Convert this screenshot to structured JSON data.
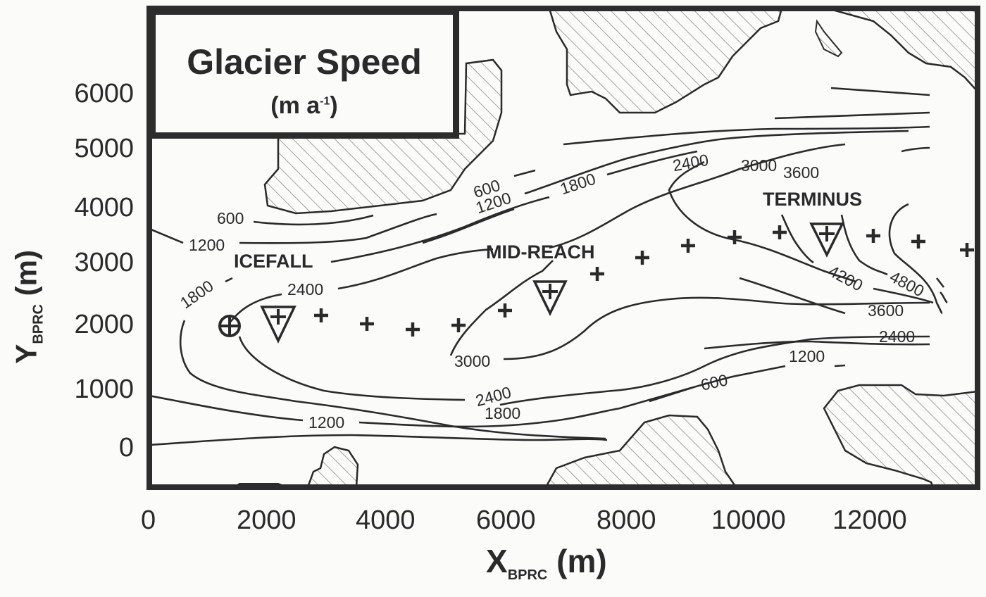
{
  "title": {
    "main": "Glacier Speed",
    "units": "(m a",
    "units_sup": "-1",
    "units_close": ")"
  },
  "axes": {
    "y_label": "Y",
    "y_label_sub": "BPRC",
    "y_label_unit": " (m)",
    "x_label": "X",
    "x_label_sub": "BPRC",
    "x_label_unit": " (m)",
    "y_ticks": [
      "6000",
      "5000",
      "4000",
      "3000",
      "2000",
      "1000",
      "0"
    ],
    "x_ticks": [
      "0",
      "2000",
      "4000",
      "6000",
      "8000",
      "10000",
      "12000"
    ]
  },
  "sites": {
    "icefall": "ICEFALL",
    "mid_reach": "MID-REACH",
    "terminus": "TERMINUS"
  },
  "contour_labels": {
    "l600_nw": "600",
    "l1200_w": "1200",
    "l1800_w": "1800",
    "l2400_w": "2400",
    "l600_n": "600",
    "l1200_n": "1200",
    "l1800_n": "1800",
    "l2400_n": "2400",
    "l3000_n": "3000",
    "l3600_n": "3600",
    "l3000_mid": "3000",
    "l4200": "4200",
    "l4800": "4800",
    "l3600_s": "3600",
    "l2400_se": "2400",
    "l1200_se": "1200",
    "l600_s": "600",
    "l2400_s": "2400",
    "l1800_s": "1800",
    "l1200_s": "1200"
  },
  "chart_data": {
    "type": "contour",
    "title": "Glacier Speed (m a^-1)",
    "xlabel": "X_BPRC (m)",
    "ylabel": "Y_BPRC (m)",
    "xlim": [
      0,
      13500
    ],
    "ylim": [
      -700,
      7000
    ],
    "x_ticks": [
      0,
      2000,
      4000,
      6000,
      8000,
      10000,
      12000
    ],
    "y_ticks": [
      0,
      1000,
      2000,
      3000,
      4000,
      5000,
      6000
    ],
    "contour_levels": [
      600,
      1200,
      1800,
      2400,
      3000,
      3600,
      4200,
      4800
    ],
    "annotations": [
      {
        "text": "ICEFALL",
        "x": 2100,
        "y": 3050
      },
      {
        "text": "MID-REACH",
        "x": 6500,
        "y": 3200
      },
      {
        "text": "TERMINUS",
        "x": 11000,
        "y": 4000
      }
    ],
    "stations": {
      "circle_plus": [
        {
          "x": 1300,
          "y": 2000
        }
      ],
      "triangle_plus": [
        {
          "x": 2100,
          "y": 2100
        },
        {
          "x": 6700,
          "y": 2600
        },
        {
          "x": 11200,
          "y": 3500
        }
      ],
      "plus": [
        {
          "x": 2800,
          "y": 2200
        },
        {
          "x": 3600,
          "y": 2050
        },
        {
          "x": 4400,
          "y": 1950
        },
        {
          "x": 5100,
          "y": 2000
        },
        {
          "x": 5900,
          "y": 2250
        },
        {
          "x": 7400,
          "y": 2850
        },
        {
          "x": 8200,
          "y": 3100
        },
        {
          "x": 8900,
          "y": 3300
        },
        {
          "x": 9700,
          "y": 3450
        },
        {
          "x": 10400,
          "y": 3500
        },
        {
          "x": 12000,
          "y": 3450
        },
        {
          "x": 12700,
          "y": 3350
        },
        {
          "x": 13500,
          "y": 3250
        }
      ]
    },
    "hatched_regions": "rock / non-glacier terrain (diagonal hatching)",
    "grid": false
  }
}
